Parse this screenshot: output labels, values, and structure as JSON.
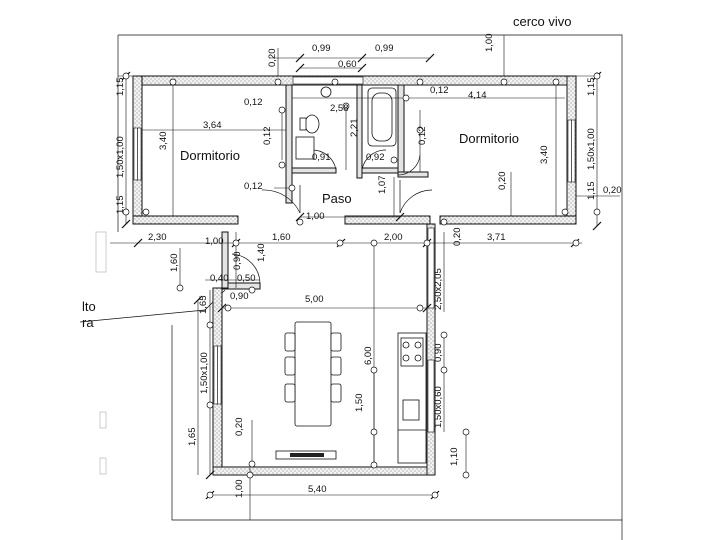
{
  "title_note": "cerco vivo",
  "side_note": [
    "lto",
    "ra"
  ],
  "rooms": {
    "left_bedroom": "Dormitorio",
    "right_bedroom": "Dormitorio",
    "hall": "Paso"
  },
  "dimensions": {
    "d_099_left": "0,99",
    "d_099_right": "0,99",
    "d_060": "0,60",
    "d_020_top": "0,20",
    "d_100_top": "1,00",
    "d_115_left": "1,15",
    "d_150x100_left": "1,50x1,00",
    "d_115_left_b": "1,15",
    "d_115_right": "1,15",
    "d_150x100_right": "1,50x1,00",
    "d_115_right_b": "1,15",
    "d_020_right": "0,20",
    "d_012_a": "0,12",
    "d_012_b": "0,12",
    "d_012_c": "0,12",
    "d_012_d": "0,12",
    "d_012_e": "0,12",
    "d_258": "2,58",
    "d_414": "4,14",
    "d_364": "3,64",
    "d_340_left": "3,40",
    "d_340_right": "3,40",
    "d_221": "2,21",
    "d_091": "0,91",
    "d_092": "0,92",
    "d_107": "1,07",
    "d_020_bed": "0,20",
    "d_100_hall": "1,00",
    "d_230": "2,30",
    "d_100_b": "1,00",
    "d_160_a": "1,60",
    "d_140": "1,40",
    "d_090_a": "0,90",
    "d_200": "2,00",
    "d_020_c": "0,20",
    "d_371": "3,71",
    "d_160_b": "1,60",
    "d_040": "0,40",
    "d_050": "0,50",
    "d_090_b": "0,90",
    "d_165_a": "1,65",
    "d_500": "5,00",
    "d_250x205": "2,50x2,05",
    "d_600": "6,00",
    "d_150x100_k": "1,50x1,00",
    "d_090_c": "0,90",
    "d_150": "1,50",
    "d_150x060": "1,50x0,60",
    "d_165_b": "1,65",
    "d_020_k": "0,20",
    "d_110": "1,10",
    "d_100_bottom": "1,00",
    "d_540": "5,40"
  }
}
